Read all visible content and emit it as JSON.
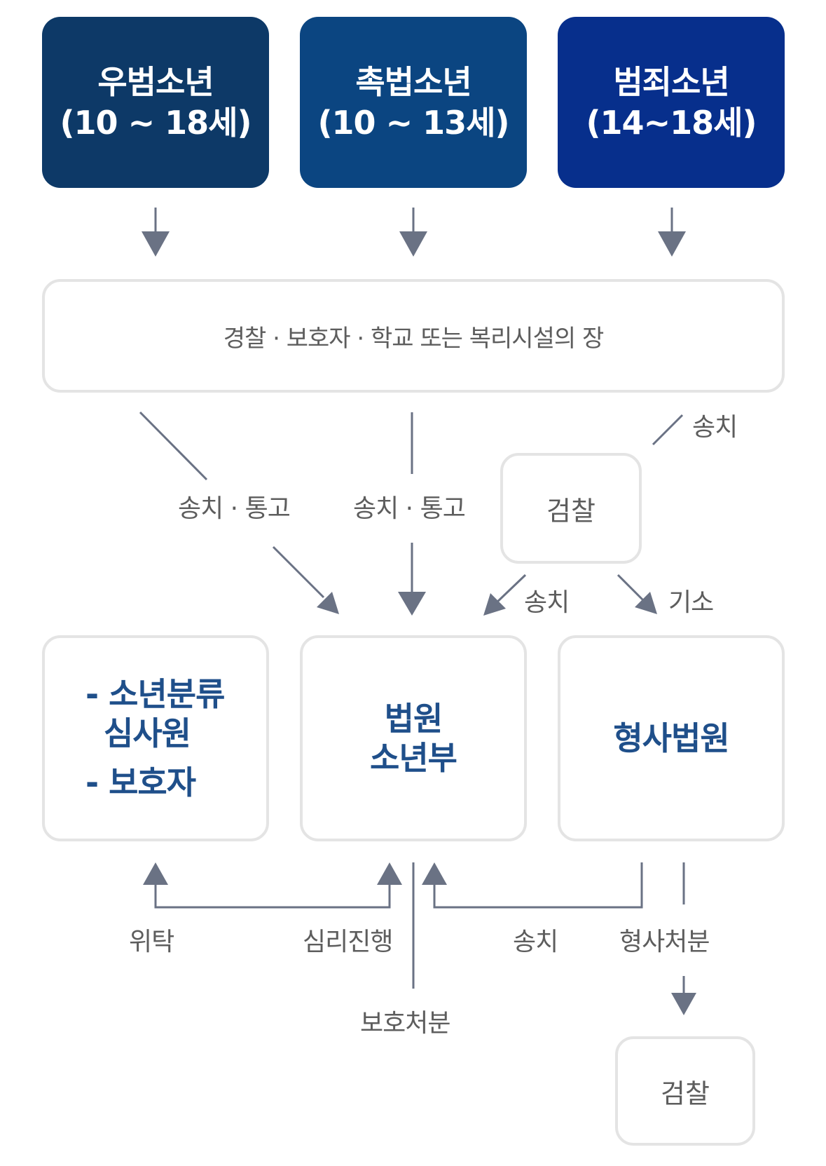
{
  "top_boxes": [
    {
      "line1": "우범소년",
      "line2": "(10 ~ 18세)",
      "color": "#0d3967"
    },
    {
      "line1": "촉법소년",
      "line2": "(10 ~ 13세)",
      "color": "#0b4581"
    },
    {
      "line1": "범죄소년",
      "line2": "(14~18세)",
      "color": "#072f8c"
    }
  ],
  "hub": {
    "text": "경찰 · 보호자 · 학교 또는 복리시설의 장"
  },
  "prosecution_top": {
    "text": "검찰"
  },
  "bottom_boxes": {
    "left": {
      "item1_line1": "- 소년분류",
      "item1_line2": "심사원",
      "item2": "- 보호자"
    },
    "center": {
      "line1": "법원",
      "line2": "소년부"
    },
    "right": {
      "text": "형사법원"
    }
  },
  "prosecution_bottom": {
    "text": "검찰"
  },
  "labels": {
    "send_notify_left": "송치 · 통고",
    "send_notify_center": "송치 · 통고",
    "send_top_right": "송치",
    "send_mid": "송치",
    "indict": "기소",
    "entrust": "위탁",
    "hearing": "심리진행",
    "send_bottom": "송치",
    "criminal_disposition": "형사처분",
    "protective_disposition": "보호처분"
  },
  "colors": {
    "line": "#5a6478",
    "arrow": "#6a7284",
    "box_border": "#e4e4e4",
    "label": "#5d5d5d",
    "accent": "#1f4f8a"
  }
}
